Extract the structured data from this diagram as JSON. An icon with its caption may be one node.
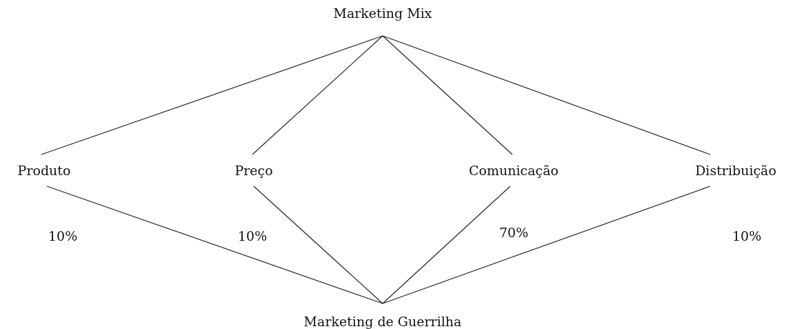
{
  "diagram": {
    "nodes": [
      {
        "text": [
          "Marketing Mix"
        ]
      },
      {
        "text": [
          "Produto"
        ]
      },
      {
        "text": [
          "Preço"
        ]
      },
      {
        "text": [
          "Comunicação"
        ]
      },
      {
        "text": [
          "Distribuição"
        ]
      },
      {
        "text": [
          "Marketing de Guerrilha"
        ]
      }
    ],
    "edges": [
      {
        "from": 0,
        "to": 1,
        "arrow": "none"
      },
      {
        "from": 0,
        "to": 2,
        "arrow": "none"
      },
      {
        "from": 0,
        "to": 3,
        "arrow": "none"
      },
      {
        "from": 0,
        "to": 4,
        "arrow": "none"
      },
      {
        "from": 1,
        "to": 5,
        "arrow": "none"
      },
      {
        "from": 2,
        "to": 5,
        "arrow": "none"
      },
      {
        "from": 3,
        "to": 5,
        "arrow": "none"
      },
      {
        "from": 4,
        "to": 5,
        "arrow": "none"
      }
    ],
    "labels": [
      "10%",
      "10%",
      "70%",
      "10%"
    ]
  }
}
